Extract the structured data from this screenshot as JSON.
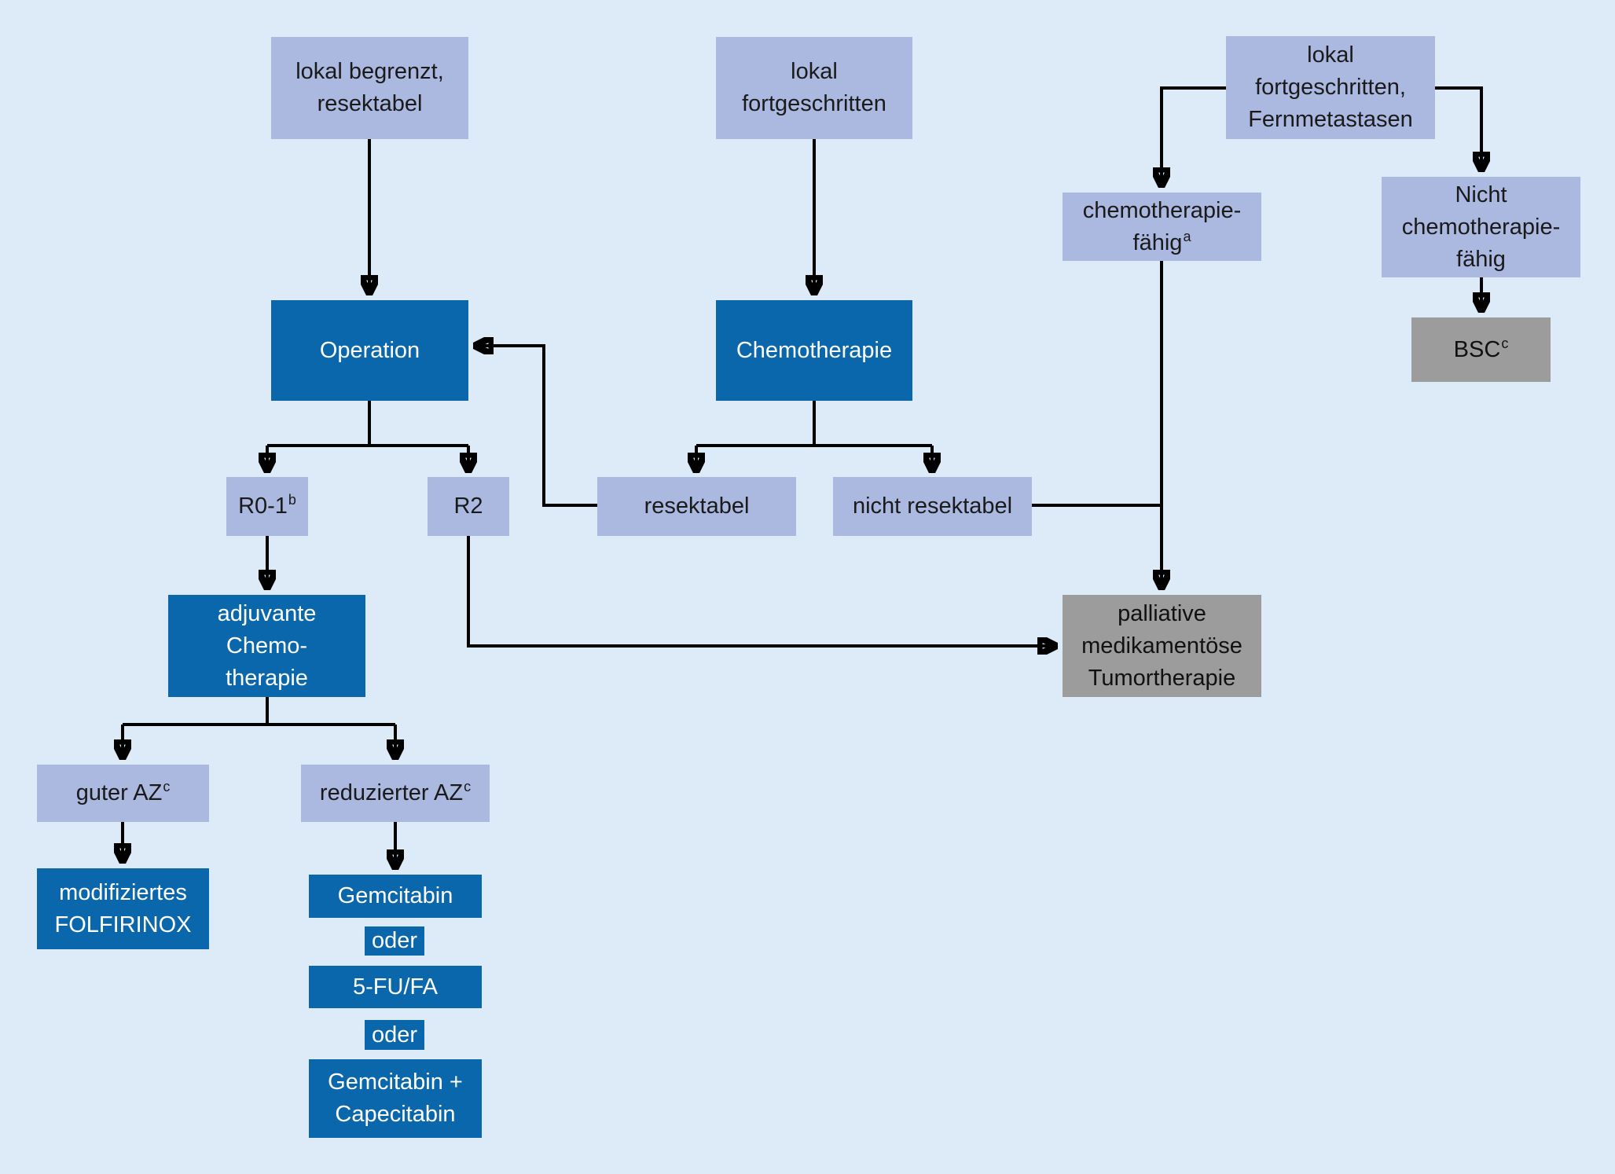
{
  "figure": {
    "type": "flowchart",
    "language": "de",
    "background_color": "#ddeaf8",
    "colors": {
      "node_lavender": "#abb8e0",
      "node_dark_blue": "#0b67ac",
      "node_gray": "#9c9c9c",
      "connector_line": "#000000",
      "text_dark": "#1a1a1a",
      "text_light": "#ffffff"
    },
    "nodes": {
      "lokal_begrenzt": {
        "label": "lokal begrenzt,\nresektabel"
      },
      "lokal_fortgeschritten": {
        "label": "lokal\nfortgeschritten"
      },
      "lokal_fortgeschritten_fern": {
        "label": "lokal\nfortgeschritten,\nFernmetastasen"
      },
      "operation": {
        "label": "Operation"
      },
      "chemotherapie": {
        "label": "Chemotherapie"
      },
      "chemo_faehig": {
        "label": "chemotherapie-\nfähig",
        "sup": "a"
      },
      "nicht_chemo_faehig": {
        "label": "Nicht\nchemotherapie-\nfähig"
      },
      "bsc": {
        "label": "BSC",
        "sup": "c"
      },
      "r0_1": {
        "label": "R0-1",
        "sup": "b"
      },
      "r2": {
        "label": "R2"
      },
      "resektabel": {
        "label": "resektabel"
      },
      "nicht_resektabel": {
        "label": "nicht resektabel"
      },
      "adjuvante_chemo": {
        "label": "adjuvante\nChemo-\ntherapie"
      },
      "palliative": {
        "label": "palliative\nmedikamentöse\nTumortherapie"
      },
      "guter_az": {
        "label": "guter AZ",
        "sup": "c"
      },
      "reduzierter_az": {
        "label": "reduzierter AZ",
        "sup": "c"
      },
      "mod_folfirinox": {
        "label": "modifiziertes\nFOLFIRINOX"
      },
      "gemcitabin": {
        "label": "Gemcitabin"
      },
      "oder_1": {
        "label": "oder"
      },
      "fu_fa": {
        "label": "5-FU/FA"
      },
      "oder_2": {
        "label": "oder"
      },
      "gemcitabin_capecitabin": {
        "label": "Gemcitabin +\nCapecitabin"
      }
    },
    "edges": [
      {
        "from": "lokal_begrenzt",
        "to": "operation"
      },
      {
        "from": "lokal_fortgeschritten",
        "to": "chemotherapie"
      },
      {
        "from": "lokal_fortgeschritten_fern",
        "to": "chemo_faehig"
      },
      {
        "from": "lokal_fortgeschritten_fern",
        "to": "nicht_chemo_faehig"
      },
      {
        "from": "nicht_chemo_faehig",
        "to": "bsc"
      },
      {
        "from": "operation",
        "to": "r0_1"
      },
      {
        "from": "operation",
        "to": "r2"
      },
      {
        "from": "chemotherapie",
        "to": "resektabel"
      },
      {
        "from": "chemotherapie",
        "to": "nicht_resektabel"
      },
      {
        "from": "resektabel",
        "to": "operation"
      },
      {
        "from": "r0_1",
        "to": "adjuvante_chemo"
      },
      {
        "from": "r2",
        "to": "palliative"
      },
      {
        "from": "chemo_faehig",
        "to": "palliative"
      },
      {
        "from": "nicht_resektabel",
        "to": "palliative"
      },
      {
        "from": "adjuvante_chemo",
        "to": "guter_az"
      },
      {
        "from": "adjuvante_chemo",
        "to": "reduzierter_az"
      },
      {
        "from": "guter_az",
        "to": "mod_folfirinox"
      },
      {
        "from": "reduzierter_az",
        "to": "gemcitabin"
      }
    ]
  }
}
